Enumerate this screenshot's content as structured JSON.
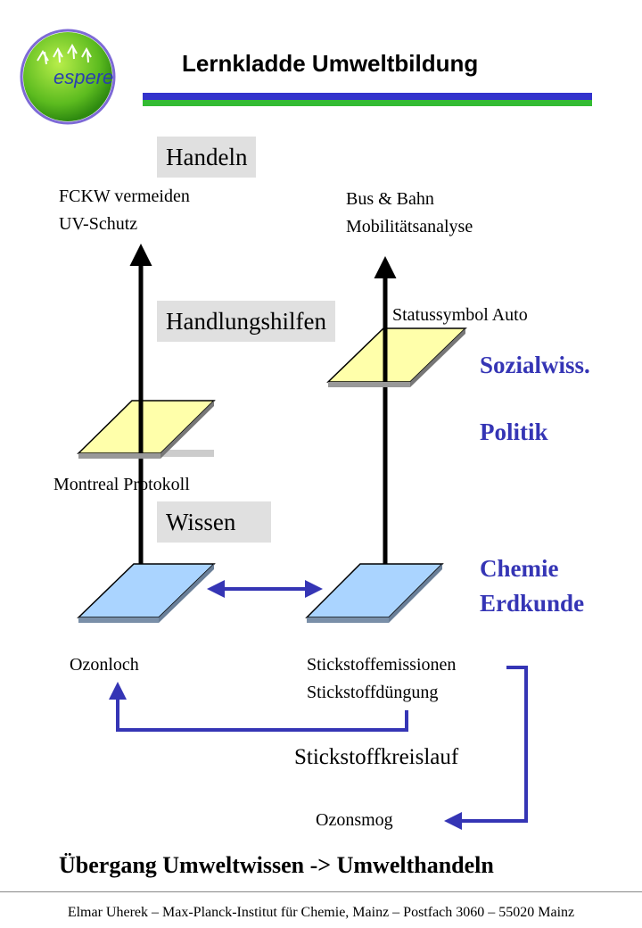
{
  "header": {
    "logo_text": "espere",
    "title": "Lernkladde Umweltbildung"
  },
  "tags": {
    "handeln": "Handeln",
    "handlungshilfen": "Handlungshilfen",
    "wissen": "Wissen"
  },
  "left_column": {
    "top_text": [
      "FCKW vermeiden",
      "UV-Schutz"
    ],
    "middle_label": "Montreal Protokoll",
    "bottom_label": "Ozonloch"
  },
  "right_column": {
    "top_text": [
      "Bus & Bahn",
      "Mobilitätsanalyse"
    ],
    "middle_label": "Statussymbol Auto",
    "bottom_text": [
      "Stickstoffemissionen",
      "Stickstoffdüngung"
    ]
  },
  "disciplines": {
    "upper": [
      "Sozialwiss.",
      "Politik"
    ],
    "lower": [
      "Chemie",
      "Erdkunde"
    ]
  },
  "cycle_label": "Stickstoffkreislauf",
  "ozonsmog": "Ozonsmog",
  "bottom_title": "Übergang Umweltwissen -> Umwelthandeln",
  "footer": "Elmar Uherek – Max-Planck-Institut für Chemie, Mainz – Postfach 3060 – 55020 Mainz",
  "colors": {
    "accent_blue": "#3535b5",
    "plane_yellow": "#ffffaa",
    "plane_blue": "#aad4ff",
    "tag_gray": "#e0e0e0"
  }
}
